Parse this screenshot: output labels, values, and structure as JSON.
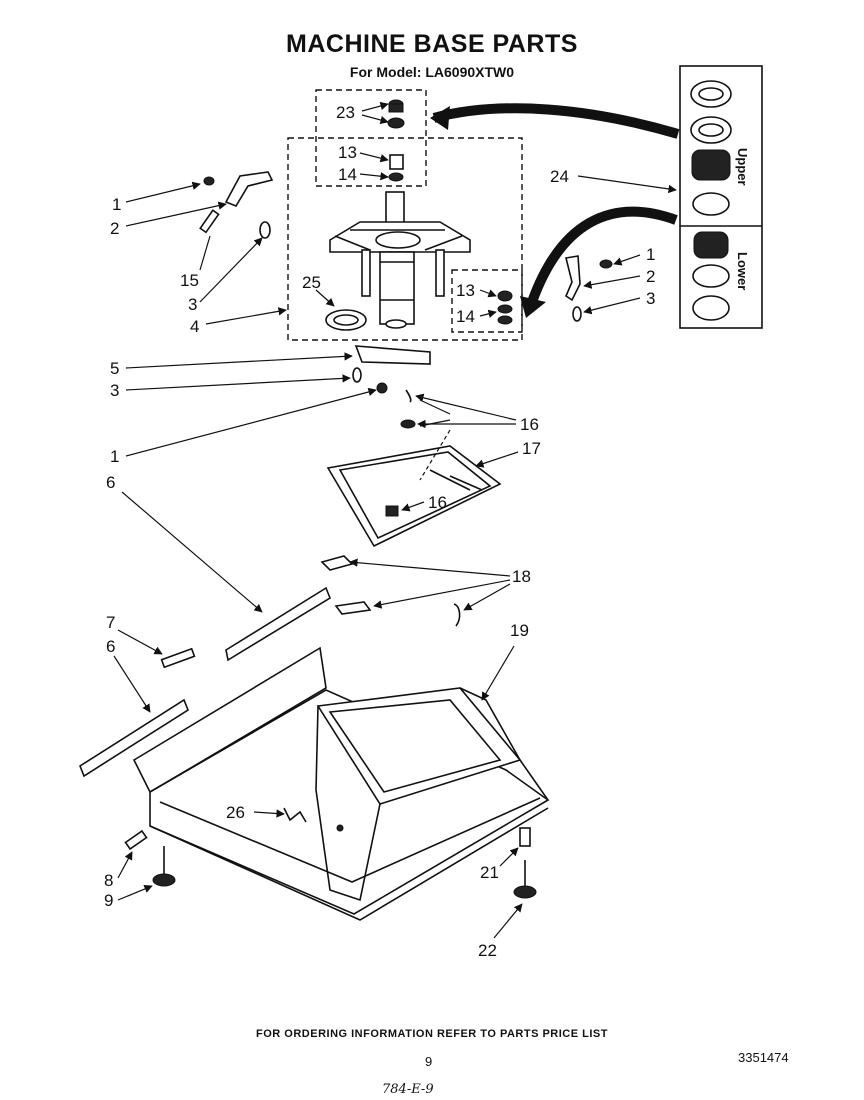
{
  "header": {
    "title": "MACHINE BASE PARTS",
    "subtitle": "For Model: LA6090XTW0"
  },
  "callouts": {
    "c23": "23",
    "c13a": "13",
    "c14a": "14",
    "c1a": "1",
    "c2a": "2",
    "c15": "15",
    "c3a": "3",
    "c4": "4",
    "c25": "25",
    "c24": "24",
    "c1b": "1",
    "c2b": "2",
    "c3b": "3",
    "c13b": "13",
    "c14b": "14",
    "c5": "5",
    "c3c": "3",
    "c1c": "1",
    "c16a": "16",
    "c17": "17",
    "c16b": "16",
    "c6a": "6",
    "c18": "18",
    "c7": "7",
    "c6b": "6",
    "c19": "19",
    "c26": "26",
    "c8": "8",
    "c9": "9",
    "c21": "21",
    "c22": "22"
  },
  "side_panel": {
    "upper_label": "Upper",
    "lower_label": "Lower"
  },
  "footer": {
    "ordering_note": "FOR ORDERING INFORMATION REFER TO PARTS PRICE LIST",
    "page_number": "9",
    "doc_number": "3351474",
    "handwritten_note": "784-E-9"
  }
}
